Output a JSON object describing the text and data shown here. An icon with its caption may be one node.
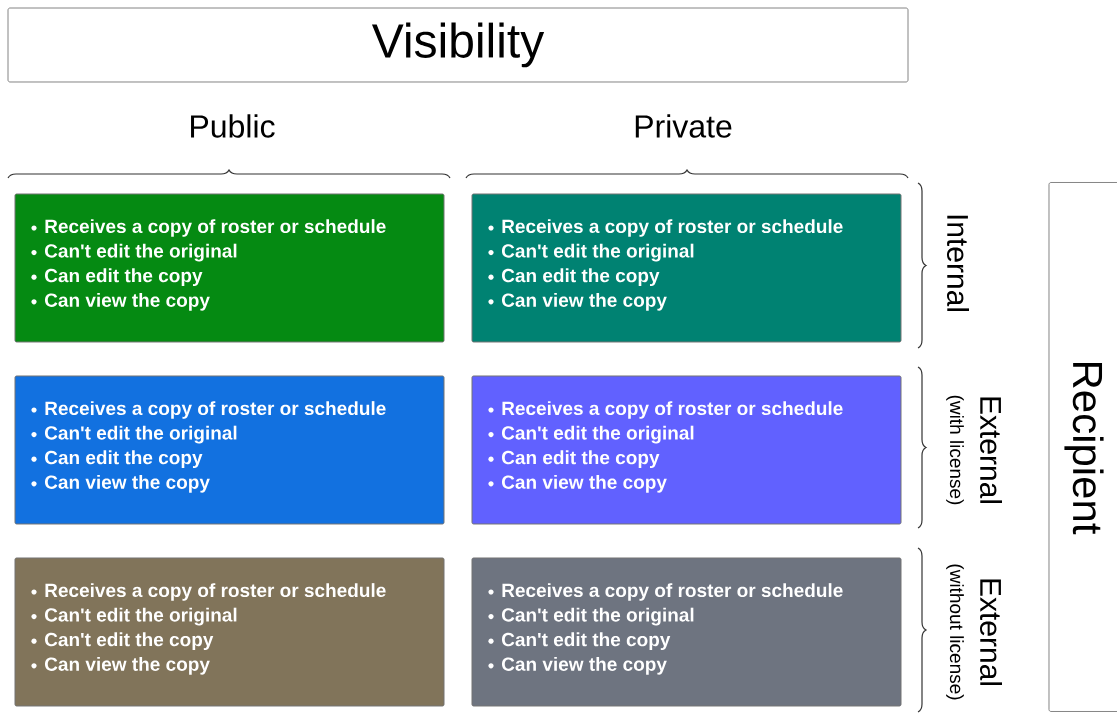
{
  "diagram": {
    "nodes": [
      {
        "text": [
          "Visibility"
        ]
      },
      {
        "text": [
          "Recipient"
        ]
      },
      {
        "text": [
          "Receives a copy of roster or schedule",
          "Can't edit the original",
          "Can edit the copy",
          "Can view the copy"
        ]
      },
      {
        "text": [
          "Receives a copy of roster or schedule",
          "Can't edit the original",
          "Can edit the copy",
          "Can view the copy"
        ]
      },
      {
        "text": [
          "Receives a copy of roster or schedule",
          "Can't edit the original",
          "Can edit the copy",
          "Can view the copy"
        ]
      },
      {
        "text": [
          "Receives a copy of roster or schedule",
          "Can't edit the original",
          "Can edit the copy",
          "Can view the copy"
        ]
      },
      {
        "text": [
          "Receives a copy of roster or schedule",
          "Can't edit the original",
          "Can't edit the copy",
          "Can view the copy"
        ]
      },
      {
        "text": [
          "Receives a copy of roster or schedule",
          "Can't edit the original",
          "Can't edit the copy",
          "Can view the copy"
        ]
      }
    ],
    "edges": [],
    "labels": [
      "Public",
      "Private",
      "Internal",
      "External",
      "(with license)",
      "External",
      "(without license)"
    ]
  }
}
